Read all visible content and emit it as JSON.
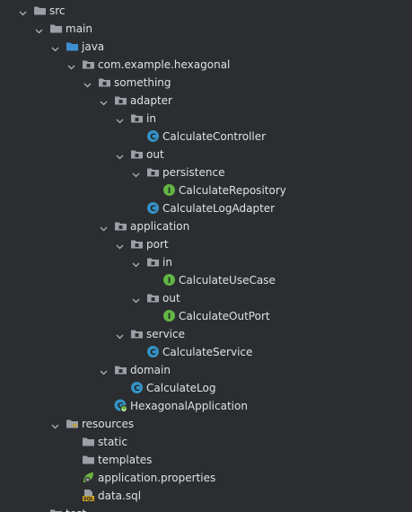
{
  "tree": {
    "nodes": [
      {
        "label": "src",
        "icon": "folder-icon",
        "depth": 0,
        "expanded": true
      },
      {
        "label": "main",
        "icon": "folder-icon",
        "depth": 1,
        "expanded": true
      },
      {
        "label": "java",
        "icon": "source-folder-icon",
        "depth": 2,
        "expanded": true
      },
      {
        "label": "com.example.hexagonal",
        "icon": "package-icon",
        "depth": 3,
        "expanded": true
      },
      {
        "label": "something",
        "icon": "package-icon",
        "depth": 4,
        "expanded": true
      },
      {
        "label": "adapter",
        "icon": "package-icon",
        "depth": 5,
        "expanded": true
      },
      {
        "label": "in",
        "icon": "package-icon",
        "depth": 6,
        "expanded": true
      },
      {
        "label": "CalculateController",
        "icon": "class-icon",
        "depth": 7,
        "expanded": null
      },
      {
        "label": "out",
        "icon": "package-icon",
        "depth": 6,
        "expanded": true
      },
      {
        "label": "persistence",
        "icon": "package-icon",
        "depth": 7,
        "expanded": true
      },
      {
        "label": "CalculateRepository",
        "icon": "interface-icon",
        "depth": 8,
        "expanded": null
      },
      {
        "label": "CalculateLogAdapter",
        "icon": "class-icon",
        "depth": 7,
        "expanded": null
      },
      {
        "label": "application",
        "icon": "package-icon",
        "depth": 5,
        "expanded": true
      },
      {
        "label": "port",
        "icon": "package-icon",
        "depth": 6,
        "expanded": true
      },
      {
        "label": "in",
        "icon": "package-icon",
        "depth": 7,
        "expanded": true
      },
      {
        "label": "CalculateUseCase",
        "icon": "interface-icon",
        "depth": 8,
        "expanded": null
      },
      {
        "label": "out",
        "icon": "package-icon",
        "depth": 7,
        "expanded": true
      },
      {
        "label": "CalculateOutPort",
        "icon": "interface-icon",
        "depth": 8,
        "expanded": null
      },
      {
        "label": "service",
        "icon": "package-icon",
        "depth": 6,
        "expanded": true
      },
      {
        "label": "CalculateService",
        "icon": "class-icon",
        "depth": 7,
        "expanded": null
      },
      {
        "label": "domain",
        "icon": "package-icon",
        "depth": 5,
        "expanded": true
      },
      {
        "label": "CalculateLog",
        "icon": "class-icon",
        "depth": 6,
        "expanded": null
      },
      {
        "label": "HexagonalApplication",
        "icon": "spring-boot-app-icon",
        "depth": 5,
        "expanded": null
      },
      {
        "label": "resources",
        "icon": "resources-folder-icon",
        "depth": 2,
        "expanded": true
      },
      {
        "label": "static",
        "icon": "folder-icon",
        "depth": 3,
        "expanded": null
      },
      {
        "label": "templates",
        "icon": "folder-icon",
        "depth": 3,
        "expanded": null
      },
      {
        "label": "application.properties",
        "icon": "spring-properties-icon",
        "depth": 3,
        "expanded": null
      },
      {
        "label": "data.sql",
        "icon": "sql-file-icon",
        "depth": 3,
        "expanded": null
      },
      {
        "label": "test",
        "icon": "folder-icon",
        "depth": 1,
        "expanded": false
      }
    ]
  },
  "colors": {
    "background": "#2b2d30",
    "text": "#dfe1e5",
    "folder": "#9aa0a6",
    "class_icon": "#3592c4",
    "interface_icon": "#62b543",
    "source_folder": "#3d8fd1",
    "resources_folder": "#c9a227",
    "spring": "#6db33f",
    "chevron": "#afb1b3"
  }
}
